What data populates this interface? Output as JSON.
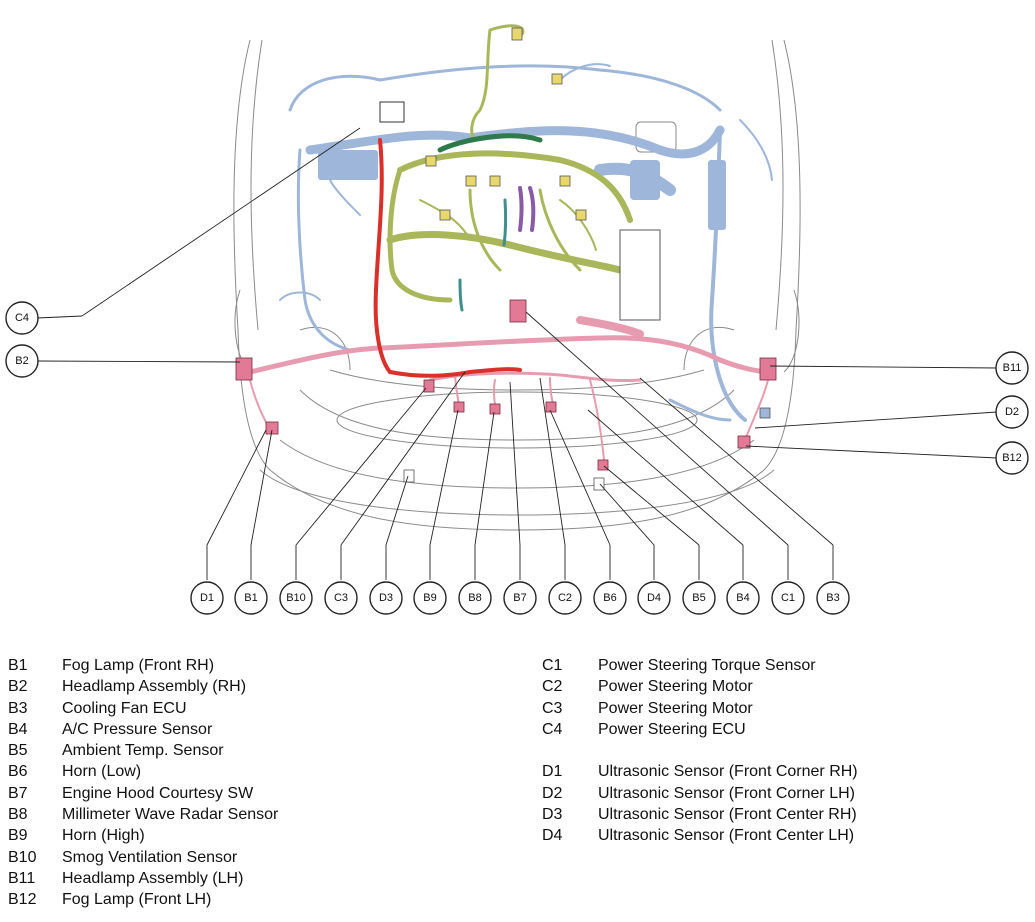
{
  "colors": {
    "harness_blue": "#9db6d9",
    "harness_green": "#a9b65a",
    "harness_pink": "#e79bb0",
    "harness_red": "#d9302a",
    "harness_purple": "#8a5aa6",
    "harness_teal": "#3f8f8c",
    "connector_yellow": "#e8d76a",
    "connector_pink": "#e27a96"
  },
  "diagram_tags": [
    {
      "id": "C4",
      "label": "C4"
    },
    {
      "id": "B2",
      "label": "B2"
    },
    {
      "id": "B11",
      "label": "B11"
    },
    {
      "id": "D2",
      "label": "D2"
    },
    {
      "id": "B12",
      "label": "B12"
    },
    {
      "id": "D1",
      "label": "D1"
    },
    {
      "id": "B1",
      "label": "B1"
    },
    {
      "id": "B10",
      "label": "B10"
    },
    {
      "id": "C3",
      "label": "C3"
    },
    {
      "id": "D3",
      "label": "D3"
    },
    {
      "id": "B9",
      "label": "B9"
    },
    {
      "id": "B8",
      "label": "B8"
    },
    {
      "id": "B7",
      "label": "B7"
    },
    {
      "id": "C2",
      "label": "C2"
    },
    {
      "id": "B6",
      "label": "B6"
    },
    {
      "id": "D4",
      "label": "D4"
    },
    {
      "id": "B5",
      "label": "B5"
    },
    {
      "id": "B4",
      "label": "B4"
    },
    {
      "id": "C1",
      "label": "C1"
    },
    {
      "id": "B3",
      "label": "B3"
    }
  ],
  "legend": {
    "left": [
      {
        "code": "B1",
        "name": "Fog Lamp (Front RH)"
      },
      {
        "code": "B2",
        "name": "Headlamp Assembly (RH)"
      },
      {
        "code": "B3",
        "name": "Cooling Fan ECU"
      },
      {
        "code": "B4",
        "name": "A/C Pressure Sensor"
      },
      {
        "code": "B5",
        "name": "Ambient Temp. Sensor"
      },
      {
        "code": "B6",
        "name": "Horn (Low)"
      },
      {
        "code": "B7",
        "name": "Engine Hood Courtesy SW"
      },
      {
        "code": "B8",
        "name": "Millimeter Wave Radar Sensor"
      },
      {
        "code": "B9",
        "name": "Horn (High)"
      },
      {
        "code": "B10",
        "name": "Smog Ventilation Sensor"
      },
      {
        "code": "B11",
        "name": "Headlamp Assembly (LH)"
      },
      {
        "code": "B12",
        "name": "Fog Lamp (Front LH)"
      }
    ],
    "right_c": [
      {
        "code": "C1",
        "name": "Power Steering Torque Sensor"
      },
      {
        "code": "C2",
        "name": "Power Steering Motor"
      },
      {
        "code": "C3",
        "name": "Power Steering Motor"
      },
      {
        "code": "C4",
        "name": "Power Steering ECU"
      }
    ],
    "right_d": [
      {
        "code": "D1",
        "name": "Ultrasonic Sensor (Front Corner RH)"
      },
      {
        "code": "D2",
        "name": "Ultrasonic Sensor (Front Corner LH)"
      },
      {
        "code": "D3",
        "name": "Ultrasonic Sensor (Front Center RH)"
      },
      {
        "code": "D4",
        "name": "Ultrasonic Sensor (Front Center LH)"
      }
    ]
  }
}
